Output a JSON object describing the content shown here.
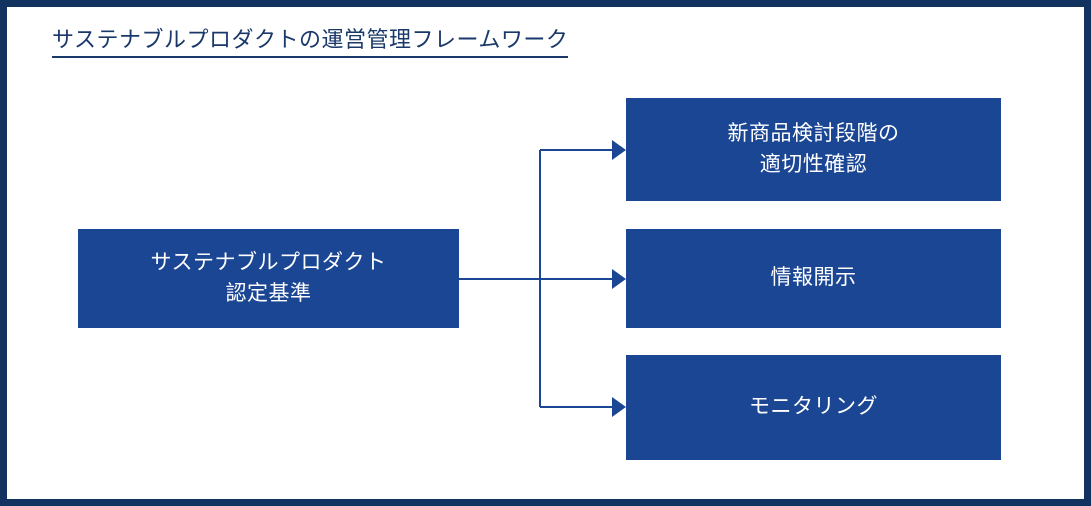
{
  "document": {
    "title": "サステナブルプロダクトの運営管理フレームワーク",
    "frame_border_color": "#12325f",
    "background_color": "#ffffff"
  },
  "diagram": {
    "type": "flowchart",
    "orientation": "left-to-right",
    "node_fill_color": "#1b4693",
    "node_text_color": "#ffffff",
    "connector_color": "#1b4693",
    "title_text_color": "#1a3869",
    "root": {
      "id": "node-root",
      "label": "サステナブルプロダクト\n認定基準",
      "line_1": "サステナブルプロダクト",
      "line_2": "認定基準"
    },
    "branches": [
      {
        "id": "node-branch-0",
        "label": "新商品検討段階の\n適切性確認",
        "line_1": "新商品検討段階の",
        "line_2": "適切性確認"
      },
      {
        "id": "node-branch-1",
        "label": "情報開示",
        "line_1": "情報開示",
        "line_2": ""
      },
      {
        "id": "node-branch-2",
        "label": "モニタリング",
        "line_1": "モニタリング",
        "line_2": ""
      }
    ],
    "connector_count": 3,
    "connector_style": "elbow-with-arrowhead"
  }
}
